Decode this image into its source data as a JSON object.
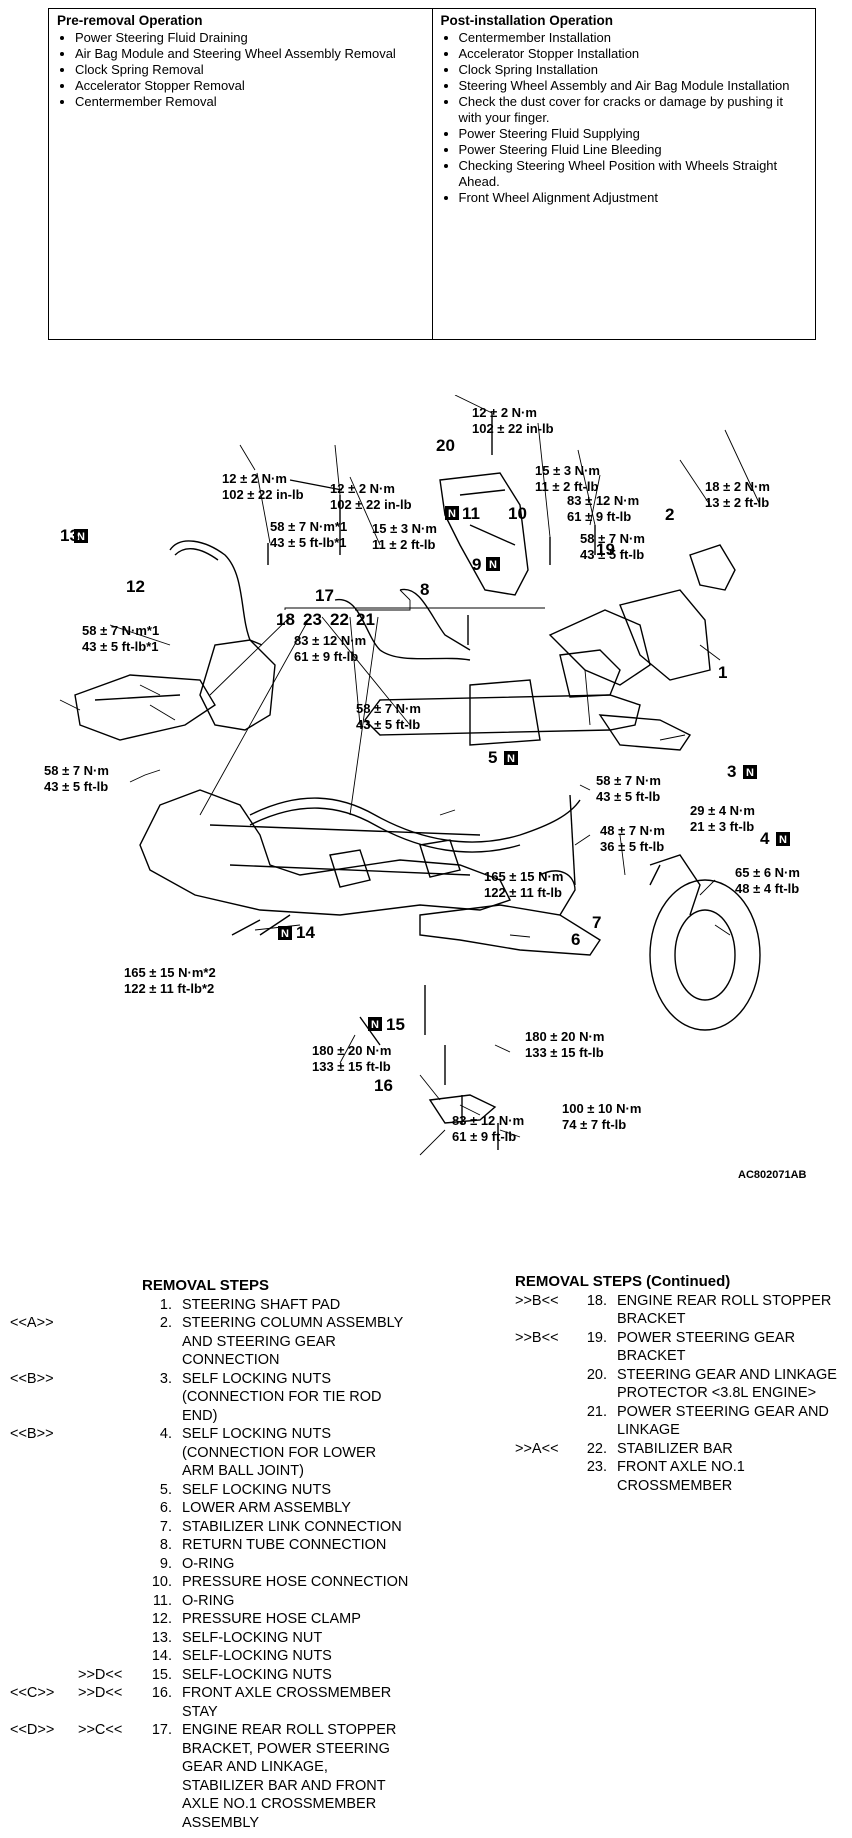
{
  "pre_removal": {
    "title": "Pre-removal Operation",
    "items": [
      "Power Steering Fluid Draining",
      "Air Bag Module and Steering Wheel Assembly Removal",
      "Clock Spring Removal",
      "Accelerator Stopper Removal",
      "Centermember Removal"
    ]
  },
  "post_installation": {
    "title": "Post-installation Operation",
    "items": [
      "Centermember Installation",
      "Accelerator Stopper Installation",
      "Clock Spring Installation",
      "Steering Wheel Assembly and Air Bag Module Installation",
      "Check the dust cover for cracks or damage by pushing it with your finger.",
      "Power Steering Fluid Supplying",
      "Power Steering Fluid Line Bleeding",
      "Checking Steering Wheel Position with Wheels Straight Ahead.",
      "Front Wheel Alignment Adjustment"
    ]
  },
  "diagram": {
    "code": "AC802071AB",
    "new_mark": "N",
    "torques": {
      "t20a": "12 ± 2 N·m",
      "t20b": "102 ± 22 in-lb",
      "t12a": "12 ± 2 N·m",
      "t12b": "102 ± 22 in-lb",
      "t8a": "12 ± 2 N·m",
      "t8b": "102 ± 22 in-lb",
      "t15a": "15 ± 3 N·m",
      "t15b": "11 ± 2 ft-lb",
      "t15ba": "15 ± 3 N·m",
      "t15bb": "11 ± 2 ft-lb",
      "t83aa": "83 ± 12 N·m",
      "t83ab": "61 ± 9 ft-lb",
      "t18a": "18 ± 2 N·m",
      "t18b": "13 ± 2 ft-lb",
      "t58ra": "58 ± 7 N·m",
      "t58rb": "43 ± 5 ft-lb",
      "t58s1a": "58 ± 7 N·m*1",
      "t58s1b": "43 ± 5 ft-lb*1",
      "t58s2a": "58 ± 7 N·m*1",
      "t58s2b": "43 ± 5 ft-lb*1",
      "t83ba": "83 ± 12 N·m",
      "t83bb": "61 ± 9 ft-lb",
      "t58ca": "58 ± 7 N·m",
      "t58cb": "43 ± 5 ft-lb",
      "t58la": "58 ± 7 N·m",
      "t58lb": "43 ± 5 ft-lb",
      "t58ma": "58 ± 7 N·m",
      "t58mb": "43 ± 5 ft-lb",
      "t29a": "29 ± 4 N·m",
      "t29b": "21 ± 3 ft-lb",
      "t48a": "48 ± 7 N·m",
      "t48b": "36 ± 5 ft-lb",
      "t65a": "65 ± 6 N·m",
      "t65b": "48 ± 4 ft-lb",
      "t165a": "165 ± 15 N·m",
      "t165b": "122 ± 11 ft-lb",
      "t165s2a": "165 ± 15 N·m*2",
      "t165s2b": "122 ± 11 ft-lb*2",
      "t180aa": "180 ± 20 N·m",
      "t180ab": "133 ± 15 ft-lb",
      "t180ba": "180 ± 20 N·m",
      "t180bb": "133 ± 15 ft-lb",
      "t100a": "100 ± 10 N·m",
      "t100b": "74 ± 7 ft-lb",
      "t83ca": "83 ± 12 N·m",
      "t83cb": "61 ± 9 ft-lb"
    },
    "callouts": {
      "c1": "1",
      "c2": "2",
      "c3": "3",
      "c4": "4",
      "c5": "5",
      "c6": "6",
      "c7": "7",
      "c8": "8",
      "c9": "9",
      "c10": "10",
      "c11": "11",
      "c12": "12",
      "c13": "13",
      "c14": "14",
      "c15": "15",
      "c16": "16",
      "c17": "17",
      "c18": "18",
      "c19": "19",
      "c20": "20",
      "c21": "21",
      "c22": "22",
      "c23": "23"
    }
  },
  "removal_steps": {
    "title": "REMOVAL STEPS",
    "steps": [
      {
        "a": "",
        "b": "",
        "n": "1.",
        "t": "STEERING SHAFT PAD"
      },
      {
        "a": "<<A>>",
        "b": "",
        "n": "2.",
        "t": "STEERING COLUMN ASSEMBLY AND STEERING GEAR CONNECTION"
      },
      {
        "a": "<<B>>",
        "b": "",
        "n": "3.",
        "t": "SELF LOCKING NUTS (CONNECTION FOR TIE ROD END)"
      },
      {
        "a": "<<B>>",
        "b": "",
        "n": "4.",
        "t": "SELF LOCKING NUTS (CONNECTION FOR LOWER ARM BALL JOINT)"
      },
      {
        "a": "",
        "b": "",
        "n": "5.",
        "t": "SELF LOCKING NUTS"
      },
      {
        "a": "",
        "b": "",
        "n": "6.",
        "t": "LOWER ARM ASSEMBLY"
      },
      {
        "a": "",
        "b": "",
        "n": "7.",
        "t": "STABILIZER LINK CONNECTION"
      },
      {
        "a": "",
        "b": "",
        "n": "8.",
        "t": "RETURN TUBE CONNECTION"
      },
      {
        "a": "",
        "b": "",
        "n": "9.",
        "t": "O-RING"
      },
      {
        "a": "",
        "b": "",
        "n": "10.",
        "t": "PRESSURE HOSE CONNECTION"
      },
      {
        "a": "",
        "b": "",
        "n": "11.",
        "t": "O-RING"
      },
      {
        "a": "",
        "b": "",
        "n": "12.",
        "t": "PRESSURE HOSE CLAMP"
      },
      {
        "a": "",
        "b": "",
        "n": "13.",
        "t": "SELF-LOCKING NUT"
      },
      {
        "a": "",
        "b": "",
        "n": "14.",
        "t": "SELF-LOCKING NUTS"
      },
      {
        "a": "",
        "b": ">>D<<",
        "n": "15.",
        "t": "SELF-LOCKING NUTS"
      },
      {
        "a": "<<C>>",
        "b": ">>D<<",
        "n": "16.",
        "t": "FRONT AXLE CROSSMEMBER STAY"
      },
      {
        "a": "<<D>>",
        "b": ">>C<<",
        "n": "17.",
        "t": "ENGINE REAR ROLL STOPPER BRACKET, POWER STEERING GEAR AND LINKAGE, STABILIZER BAR AND FRONT AXLE NO.1 CROSSMEMBER ASSEMBLY"
      }
    ]
  },
  "removal_steps_continued": {
    "title": "REMOVAL STEPS (Continued)",
    "steps": [
      {
        "a": ">>B<<",
        "n": "18.",
        "t": "ENGINE REAR ROLL STOPPER BRACKET"
      },
      {
        "a": ">>B<<",
        "n": "19.",
        "t": "POWER STEERING GEAR BRACKET"
      },
      {
        "a": "",
        "n": "20.",
        "t": "STEERING GEAR AND LINKAGE PROTECTOR <3.8L ENGINE>"
      },
      {
        "a": "",
        "n": "21.",
        "t": "POWER STEERING GEAR AND LINKAGE"
      },
      {
        "a": ">>A<<",
        "n": "22.",
        "t": "STABILIZER BAR"
      },
      {
        "a": "",
        "n": "23.",
        "t": "FRONT AXLE NO.1 CROSSMEMBER"
      }
    ]
  }
}
